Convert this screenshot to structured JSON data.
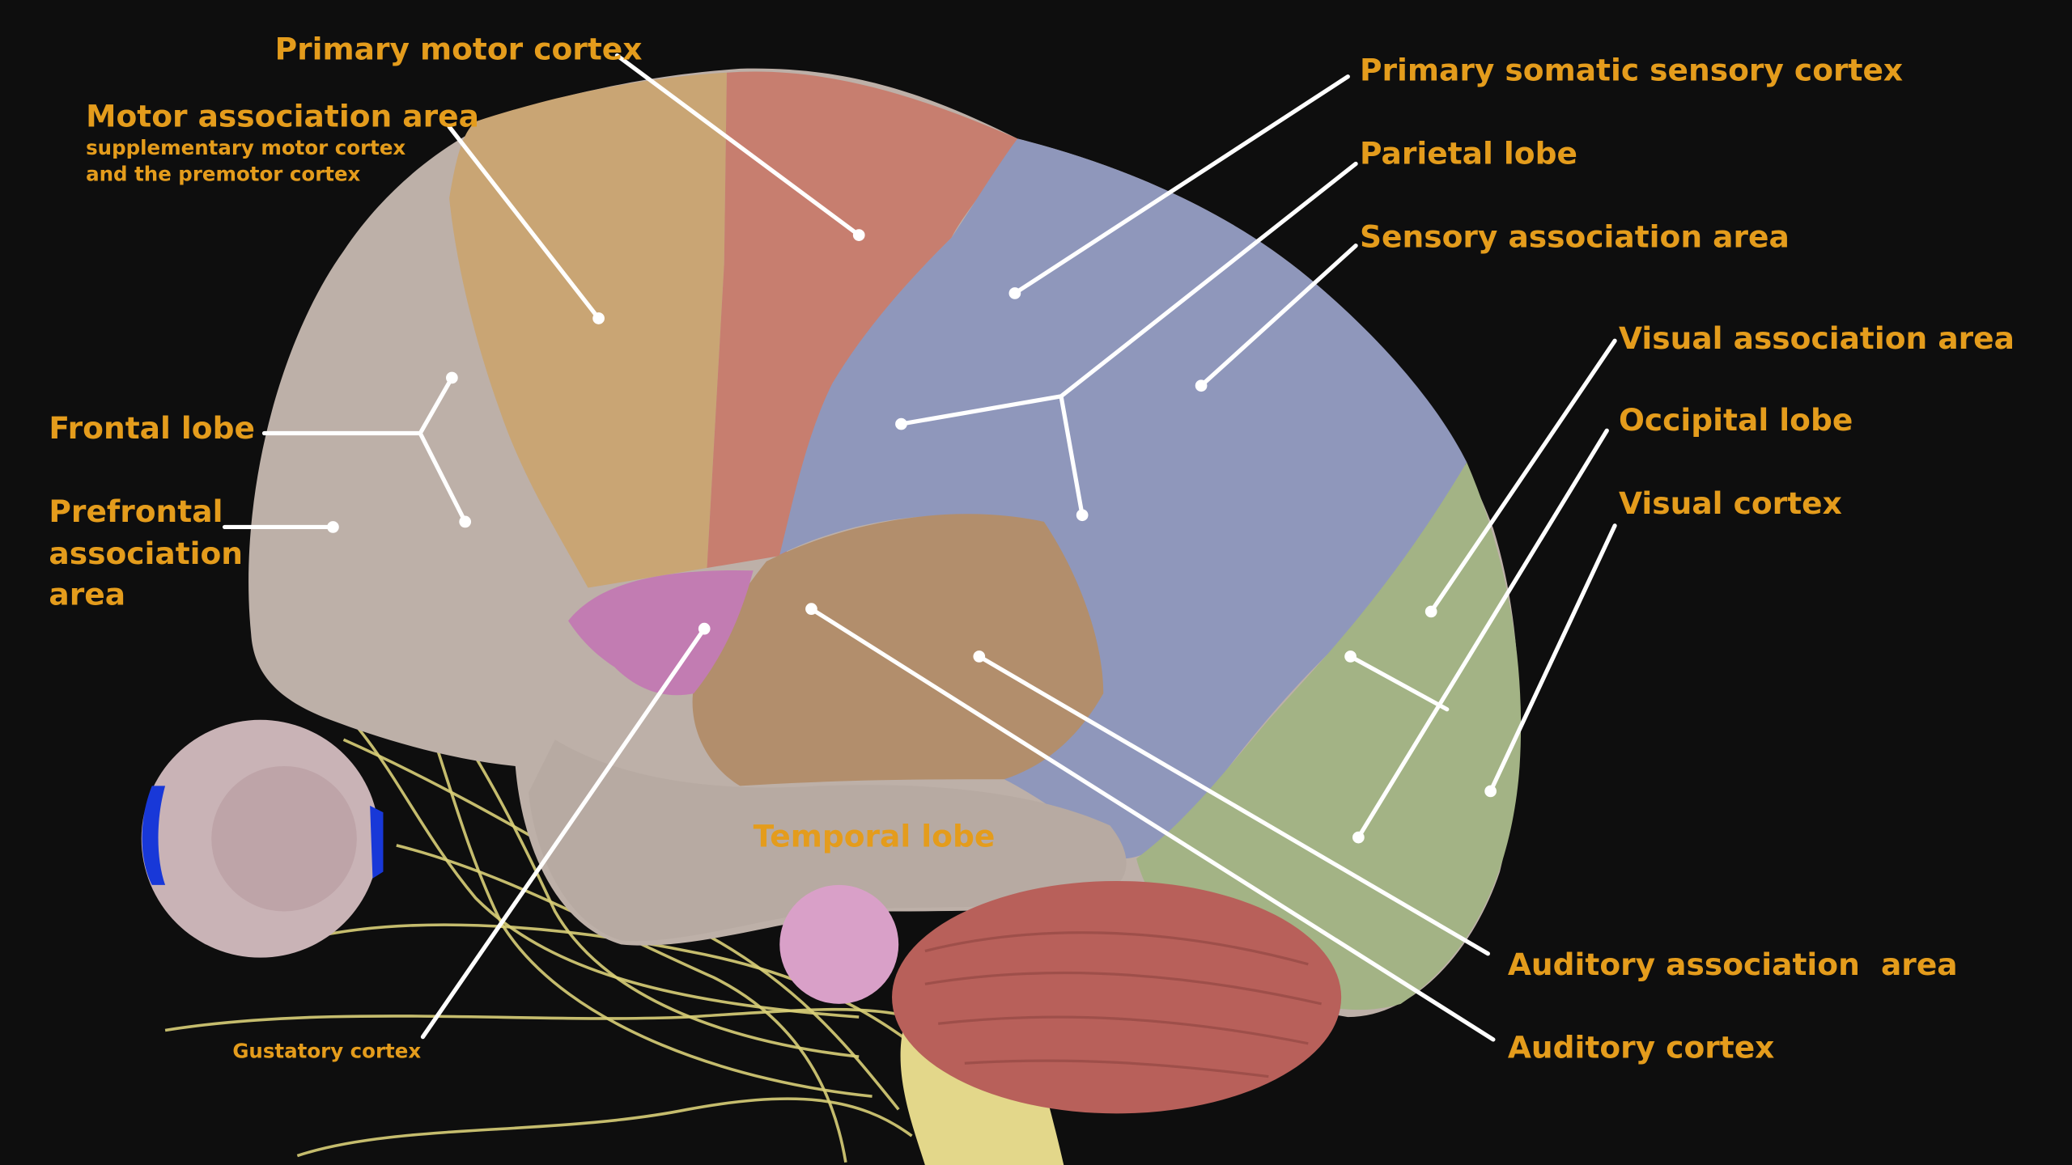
{
  "diagram": {
    "colors": {
      "background": "#0e0e0e",
      "label": "#e49c1c",
      "leader": "#ffffff",
      "frontal_base": "#bdb0a8",
      "motor_association": "#c9a574",
      "primary_motor": "#c77e6f",
      "parietal": "#8f97bb",
      "occipital": "#a3b385",
      "auditory": "#b28e6c",
      "gustatory": "#c27cb2",
      "cerebellum": "#b8605a",
      "brainstem": "#e3d78a"
    },
    "labels": {
      "primary_motor_cortex": "Primary motor cortex",
      "motor_association_area": "Motor association area",
      "motor_association_sub1": "supplementary motor cortex",
      "motor_association_sub2": "and the premotor cortex",
      "frontal_lobe": "Frontal lobe",
      "prefrontal_1": "Prefrontal",
      "prefrontal_2": "association",
      "prefrontal_3": "area",
      "gustatory_cortex": "Gustatory cortex",
      "temporal_lobe": "Temporal lobe",
      "primary_somatic_sensory_cortex": "Primary somatic sensory cortex",
      "parietal_lobe": "Parietal lobe",
      "sensory_association_area": "Sensory association area",
      "visual_association_area": "Visual association area",
      "occipital_lobe": "Occipital lobe",
      "visual_cortex": "Visual cortex",
      "auditory_association_area": "Auditory association  area",
      "auditory_cortex": "Auditory cortex"
    }
  }
}
